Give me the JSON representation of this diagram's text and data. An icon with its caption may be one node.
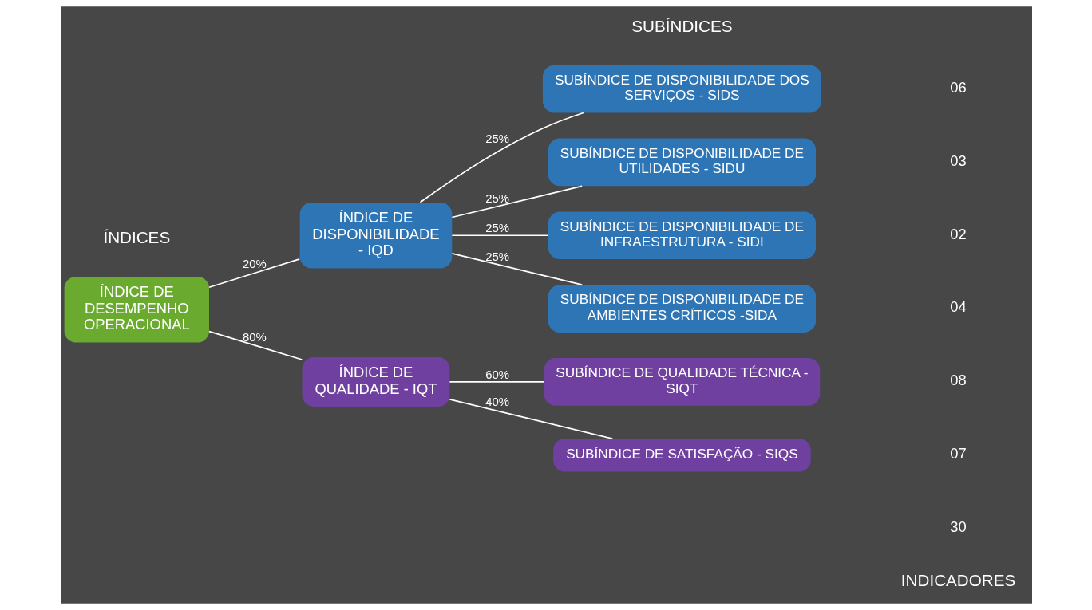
{
  "diagram": {
    "nodes": [
      {
        "text": [
          "ÍNDICE DE DESEMPENHO OPERACIONAL"
        ]
      },
      {
        "text": [
          "ÍNDICE DE DISPONIBILIDADE - IQD"
        ]
      },
      {
        "text": [
          "ÍNDICE DE QUALIDADE - IQT"
        ]
      },
      {
        "text": [
          "SUBÍNDICE DE DISPONIBILIDADE DOS SERVIÇOS - SIDS"
        ]
      },
      {
        "text": [
          "SUBÍNDICE DE DISPONIBILIDADE DE UTILIDADES - SIDU"
        ]
      },
      {
        "text": [
          "SUBÍNDICE DE DISPONIBILIDADE DE INFRAESTRUTURA - SIDI"
        ]
      },
      {
        "text": [
          "SUBÍNDICE DE DISPONIBILIDADE DE AMBIENTES CRÍTICOS -SIDA"
        ]
      },
      {
        "text": [
          "SUBÍNDICE DE QUALIDADE TÉCNICA - SIQT"
        ]
      },
      {
        "text": [
          "SUBÍNDICE DE SATISFAÇÃO - SIQS"
        ]
      }
    ],
    "edges": [
      {
        "from": 0,
        "to": 1,
        "arrow": "none",
        "label": "20%"
      },
      {
        "from": 0,
        "to": 2,
        "arrow": "none",
        "label": "80%"
      },
      {
        "from": 1,
        "to": 3,
        "arrow": "none",
        "label": "25%"
      },
      {
        "from": 1,
        "to": 4,
        "arrow": "none",
        "label": "25%"
      },
      {
        "from": 1,
        "to": 5,
        "arrow": "none",
        "label": "25%"
      },
      {
        "from": 1,
        "to": 6,
        "arrow": "none",
        "label": "25%"
      },
      {
        "from": 2,
        "to": 7,
        "arrow": "none",
        "label": "60%"
      },
      {
        "from": 2,
        "to": 8,
        "arrow": "none",
        "label": "40%"
      }
    ],
    "labels": [
      "ÍNDICES",
      "SUBÍNDICES",
      "INDICADORES",
      "06",
      "03",
      "02",
      "04",
      "08",
      "07",
      "30"
    ]
  }
}
